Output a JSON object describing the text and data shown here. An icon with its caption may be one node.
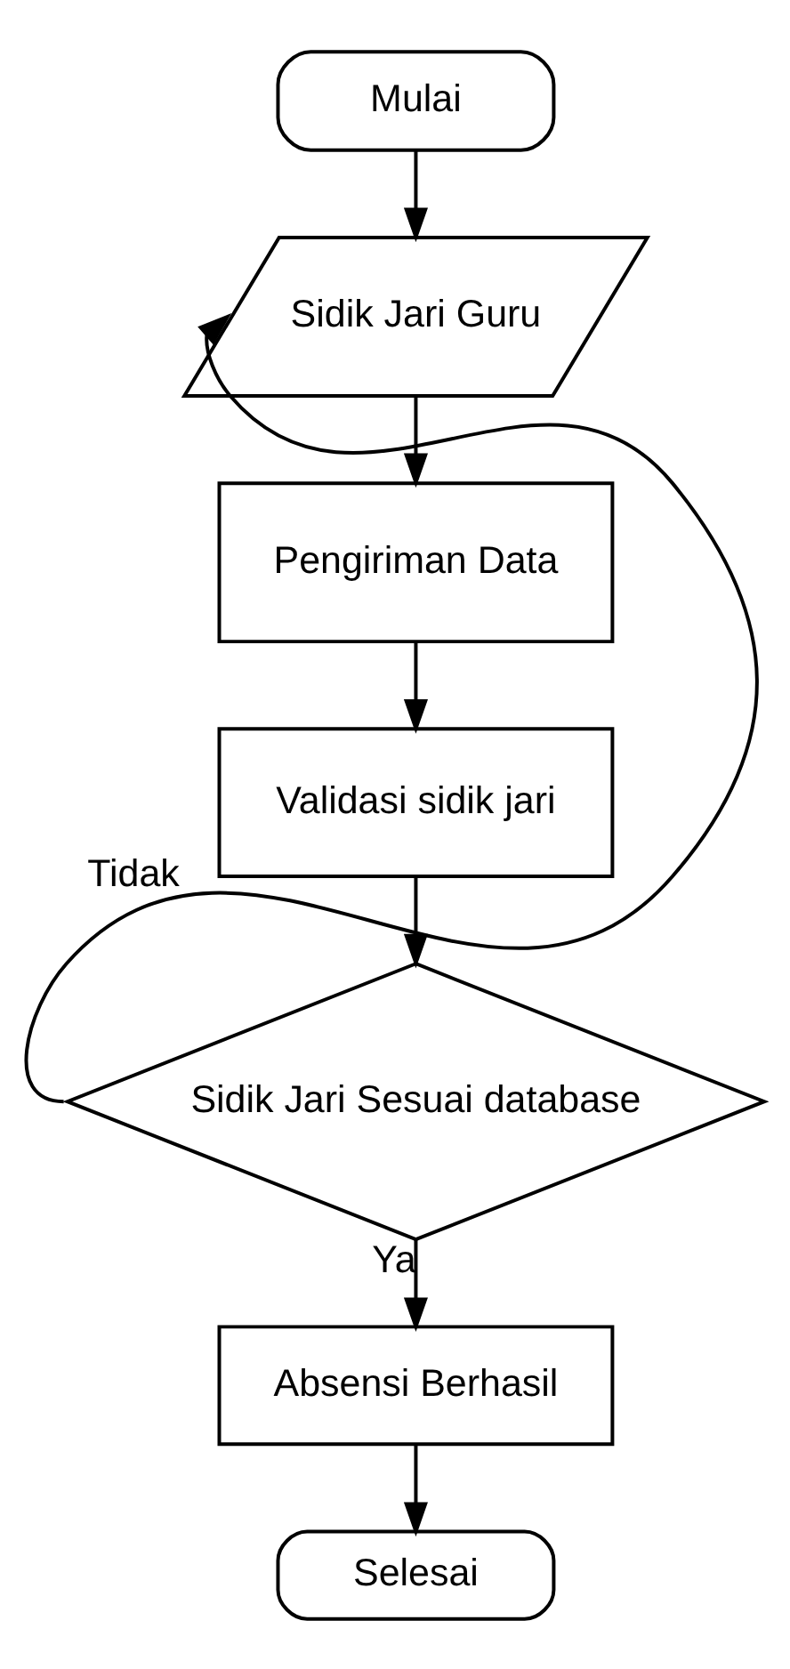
{
  "diagram": {
    "nodes": [
      {
        "text": [
          "Mulai"
        ]
      },
      {
        "text": [
          "Sidik Jari Guru"
        ]
      },
      {
        "text": [
          "Pengiriman Data"
        ]
      },
      {
        "text": [
          "Validasi sidik jari"
        ]
      },
      {
        "text": [
          "Sidik Jari Sesuai database"
        ]
      },
      {
        "text": [
          "Absensi Berhasil"
        ]
      },
      {
        "text": [
          "Selesai"
        ]
      }
    ],
    "edges": [
      {
        "from": 0,
        "to": 1,
        "arrow": "to"
      },
      {
        "from": 1,
        "to": 2,
        "arrow": "to"
      },
      {
        "from": 2,
        "to": 3,
        "arrow": "to"
      },
      {
        "from": 3,
        "to": 4,
        "arrow": "to"
      },
      {
        "from": 4,
        "to": 1,
        "arrow": "to",
        "label": "Tidak"
      },
      {
        "from": 4,
        "to": 5,
        "arrow": "to",
        "label": "Ya"
      },
      {
        "from": 5,
        "to": 6,
        "arrow": "to"
      }
    ]
  }
}
